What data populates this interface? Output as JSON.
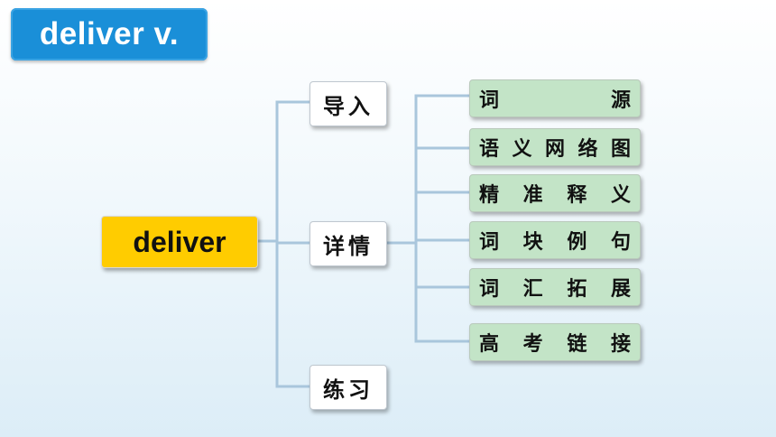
{
  "title": "deliver v.",
  "root": "deliver",
  "branches": [
    {
      "label": "导入"
    },
    {
      "label": "详情"
    },
    {
      "label": "练习"
    }
  ],
  "details": [
    {
      "label": "词源"
    },
    {
      "label": "语义网络图"
    },
    {
      "label": "精准释义"
    },
    {
      "label": "词块例句"
    },
    {
      "label": "词汇拓展"
    },
    {
      "label": "高考链接"
    }
  ],
  "colors": {
    "title_bg": "#1a8fd8",
    "root_bg": "#ffcc00",
    "leaf_bg": "#c3e4c7",
    "connector": "#a9c6dc"
  }
}
